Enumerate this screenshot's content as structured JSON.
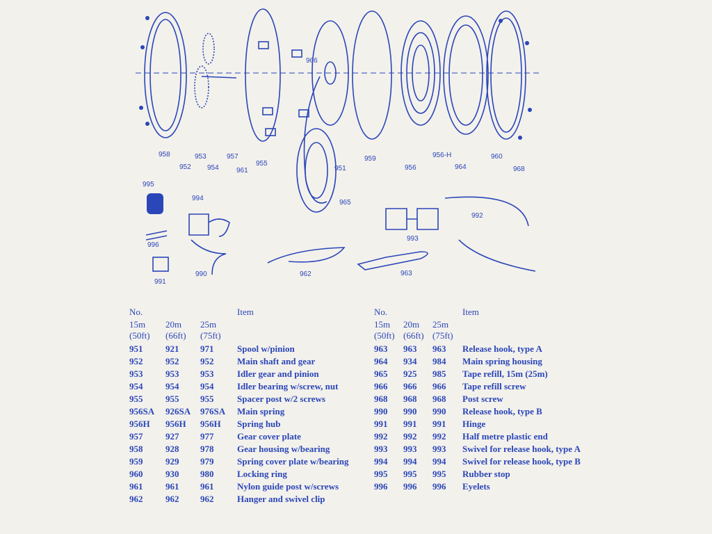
{
  "labels": {
    "l958": "958",
    "l952": "952",
    "l953": "953",
    "l954": "954",
    "l957": "957",
    "l961": "961",
    "l955": "955",
    "l966": "966",
    "l951": "951",
    "l959": "959",
    "l956": "956",
    "l956h": "956-H",
    "l964": "964",
    "l960": "960",
    "l968": "968",
    "l965": "965",
    "l995": "995",
    "l994": "994",
    "l996": "996",
    "l991": "991",
    "l990": "990",
    "l962": "962",
    "l993": "993",
    "l963": "963",
    "l992": "992"
  },
  "table": {
    "header": {
      "no": "No.",
      "item": "Item",
      "c1": "15m",
      "c2": "20m",
      "c3": "25m",
      "c1b": "(50ft)",
      "c2b": "(66ft)",
      "c3b": "(75ft)"
    },
    "left": [
      {
        "a": "951",
        "b": "921",
        "c": "971",
        "item": "Spool w/pinion"
      },
      {
        "a": "952",
        "b": "952",
        "c": "952",
        "item": "Main shaft and gear"
      },
      {
        "a": "953",
        "b": "953",
        "c": "953",
        "item": "Idler gear and pinion"
      },
      {
        "a": "954",
        "b": "954",
        "c": "954",
        "item": "Idler bearing w/screw, nut"
      },
      {
        "a": "955",
        "b": "955",
        "c": "955",
        "item": "Spacer post w/2 screws"
      },
      {
        "a": "956SA",
        "b": "926SA",
        "c": "976SA",
        "item": "Main spring"
      },
      {
        "a": "956H",
        "b": "956H",
        "c": "956H",
        "item": "Spring hub"
      },
      {
        "a": "957",
        "b": "927",
        "c": "977",
        "item": "Gear cover plate"
      },
      {
        "a": "958",
        "b": "928",
        "c": "978",
        "item": "Gear housing w/bearing"
      },
      {
        "a": "959",
        "b": "929",
        "c": "979",
        "item": "Spring cover plate w/bearing"
      },
      {
        "a": "960",
        "b": "930",
        "c": "980",
        "item": "Locking ring"
      },
      {
        "a": "961",
        "b": "961",
        "c": "961",
        "item": "Nylon guide post w/screws"
      },
      {
        "a": "962",
        "b": "962",
        "c": "962",
        "item": "Hanger and swivel clip"
      }
    ],
    "right": [
      {
        "a": "963",
        "b": "963",
        "c": "963",
        "item": "Release hook, type A"
      },
      {
        "a": "964",
        "b": "934",
        "c": "984",
        "item": "Main spring housing"
      },
      {
        "a": "965",
        "b": "925",
        "c": "985",
        "item": "Tape refill, 15m (25m)"
      },
      {
        "a": "966",
        "b": "966",
        "c": "966",
        "item": "Tape refill screw"
      },
      {
        "a": "968",
        "b": "968",
        "c": "968",
        "item": "Post screw"
      },
      {
        "a": "990",
        "b": "990",
        "c": "990",
        "item": "Release hook, type B"
      },
      {
        "a": "991",
        "b": "991",
        "c": "991",
        "item": "Hinge"
      },
      {
        "a": "992",
        "b": "992",
        "c": "992",
        "item": "Half metre plastic end"
      },
      {
        "a": "993",
        "b": "993",
        "c": "993",
        "item": "Swivel for release hook, type A"
      },
      {
        "a": "994",
        "b": "994",
        "c": "994",
        "item": "Swivel for release hook, type B"
      },
      {
        "a": "995",
        "b": "995",
        "c": "995",
        "item": "Rubber stop"
      },
      {
        "a": "996",
        "b": "996",
        "c": "996",
        "item": "Eyelets"
      }
    ]
  },
  "colors": {
    "ink": "#2a46b8",
    "paper": "#f3f1ec"
  }
}
